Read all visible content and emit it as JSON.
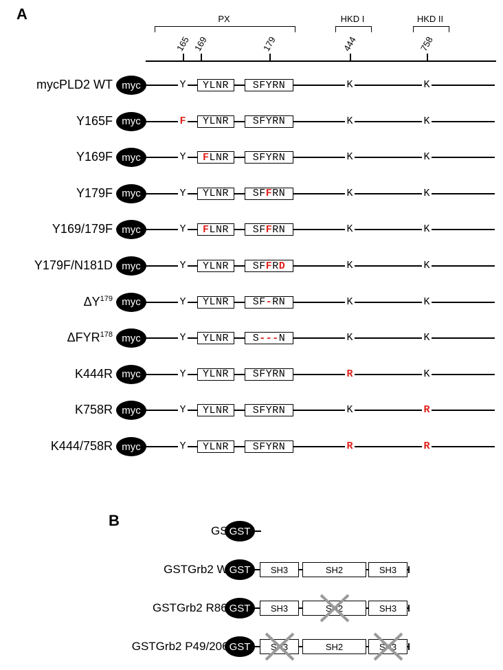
{
  "panel_a": {
    "letter": "A",
    "domains": {
      "px": "PX",
      "hkd1": "HKD I",
      "hkd2": "HKD II"
    },
    "positions": [
      "165",
      "169",
      "179",
      "444",
      "758"
    ],
    "tag": "myc",
    "rows": [
      {
        "label": "mycPLD2 WT",
        "y165": "Y",
        "box1": [
          "Y",
          "L",
          "N",
          "R"
        ],
        "box2": [
          "S",
          "F",
          "Y",
          "R",
          "N"
        ],
        "k444": "K",
        "k758": "K",
        "red": []
      },
      {
        "label": "Y165F",
        "y165": "F",
        "box1": [
          "Y",
          "L",
          "N",
          "R"
        ],
        "box2": [
          "S",
          "F",
          "Y",
          "R",
          "N"
        ],
        "k444": "K",
        "k758": "K",
        "red": [
          "y165"
        ]
      },
      {
        "label": "Y169F",
        "y165": "Y",
        "box1": [
          "F",
          "L",
          "N",
          "R"
        ],
        "box2": [
          "S",
          "F",
          "Y",
          "R",
          "N"
        ],
        "k444": "K",
        "k758": "K",
        "red": [
          "b1_0"
        ]
      },
      {
        "label": "Y179F",
        "y165": "Y",
        "box1": [
          "Y",
          "L",
          "N",
          "R"
        ],
        "box2": [
          "S",
          "F",
          "F",
          "R",
          "N"
        ],
        "k444": "K",
        "k758": "K",
        "red": [
          "b2_2"
        ]
      },
      {
        "label": "Y169/179F",
        "y165": "Y",
        "box1": [
          "F",
          "L",
          "N",
          "R"
        ],
        "box2": [
          "S",
          "F",
          "F",
          "R",
          "N"
        ],
        "k444": "K",
        "k758": "K",
        "red": [
          "b1_0",
          "b2_2"
        ]
      },
      {
        "label": "Y179F/N181D",
        "y165": "Y",
        "box1": [
          "Y",
          "L",
          "N",
          "R"
        ],
        "box2": [
          "S",
          "F",
          "F",
          "R",
          "D"
        ],
        "k444": "K",
        "k758": "K",
        "red": [
          "b2_2",
          "b2_4"
        ]
      },
      {
        "label": "ΔY",
        "sup": "179",
        "y165": "Y",
        "box1": [
          "Y",
          "L",
          "N",
          "R"
        ],
        "box2": [
          "S",
          "F",
          "-",
          "R",
          "N"
        ],
        "k444": "K",
        "k758": "K",
        "red": [
          "b2_2"
        ]
      },
      {
        "label": "ΔFYR",
        "sup": "178",
        "y165": "Y",
        "box1": [
          "Y",
          "L",
          "N",
          "R"
        ],
        "box2": [
          "S",
          "-",
          "-",
          "-",
          "N"
        ],
        "k444": "K",
        "k758": "K",
        "red": [
          "b2_1",
          "b2_2",
          "b2_3"
        ]
      },
      {
        "label": "K444R",
        "y165": "Y",
        "box1": [
          "Y",
          "L",
          "N",
          "R"
        ],
        "box2": [
          "S",
          "F",
          "Y",
          "R",
          "N"
        ],
        "k444": "R",
        "k758": "K",
        "red": [
          "k444"
        ]
      },
      {
        "label": "K758R",
        "y165": "Y",
        "box1": [
          "Y",
          "L",
          "N",
          "R"
        ],
        "box2": [
          "S",
          "F",
          "Y",
          "R",
          "N"
        ],
        "k444": "K",
        "k758": "R",
        "red": [
          "k758"
        ]
      },
      {
        "label": "K444/758R",
        "y165": "Y",
        "box1": [
          "Y",
          "L",
          "N",
          "R"
        ],
        "box2": [
          "S",
          "F",
          "Y",
          "R",
          "N"
        ],
        "k444": "R",
        "k758": "R",
        "red": [
          "k444",
          "k758"
        ]
      }
    ]
  },
  "panel_b": {
    "letter": "B",
    "tag": "GST",
    "rows": [
      {
        "label": "GST",
        "domains": []
      },
      {
        "label": "GSTGrb2 WT",
        "domains": [
          {
            "name": "SH3",
            "crossed": false
          },
          {
            "name": "SH2",
            "crossed": false
          },
          {
            "name": "SH3",
            "crossed": false
          }
        ]
      },
      {
        "label": "GSTGrb2 R86K",
        "domains": [
          {
            "name": "SH3",
            "crossed": false
          },
          {
            "name": "SH2",
            "crossed": true
          },
          {
            "name": "SH3",
            "crossed": false
          }
        ]
      },
      {
        "label": "GSTGrb2 P49/206L",
        "domains": [
          {
            "name": "SH3",
            "crossed": true
          },
          {
            "name": "SH2",
            "crossed": false
          },
          {
            "name": "SH3",
            "crossed": true
          }
        ]
      }
    ]
  },
  "colors": {
    "mutation": "#e0201b",
    "cross": "#9a9a9a",
    "tag": "#000000"
  }
}
